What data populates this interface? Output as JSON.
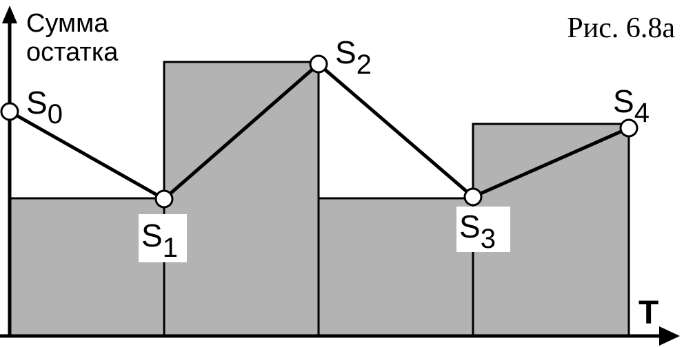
{
  "caption": "Рис. 6.8а",
  "y_axis_label": [
    "Сумма",
    "остатка"
  ],
  "x_axis_label": "T",
  "fill_color": "#b3b3b3",
  "line_color": "#000000",
  "points": [
    {
      "main": "S",
      "sub": "0"
    },
    {
      "main": "S",
      "sub": "1"
    },
    {
      "main": "S",
      "sub": "2"
    },
    {
      "main": "S",
      "sub": "3"
    },
    {
      "main": "S",
      "sub": "4"
    }
  ]
}
